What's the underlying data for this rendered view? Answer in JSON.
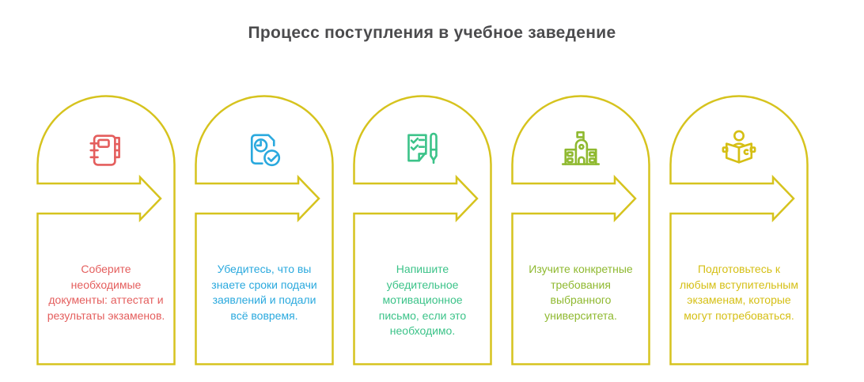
{
  "title": "Процесс поступления в учебное заведение",
  "colors": {
    "outline": "#d6c31e",
    "title": "#4b4b4d",
    "background": "#ffffff"
  },
  "steps": [
    {
      "icon": "notebook-icon",
      "accent": "#e45e5d",
      "text": "Соберите необходимые документы: аттестат и результаты экзаменов."
    },
    {
      "icon": "document-deadline-check-icon",
      "accent": "#2aa9de",
      "text": "Убедитесь, что вы знаете сроки подачи заявлений и подали всё вовремя."
    },
    {
      "icon": "checklist-pen-icon",
      "accent": "#3cc389",
      "text": "Напишите убедительное мотивационное письмо, если это необходимо."
    },
    {
      "icon": "university-building-icon",
      "accent": "#8fb930",
      "text": "Изучите конкретные требования выбранного университета."
    },
    {
      "icon": "reading-person-icon",
      "accent": "#d5bf14",
      "text": "Подготовьтесь к любым вступительным экзаменам, которые могут потребоваться."
    }
  ]
}
